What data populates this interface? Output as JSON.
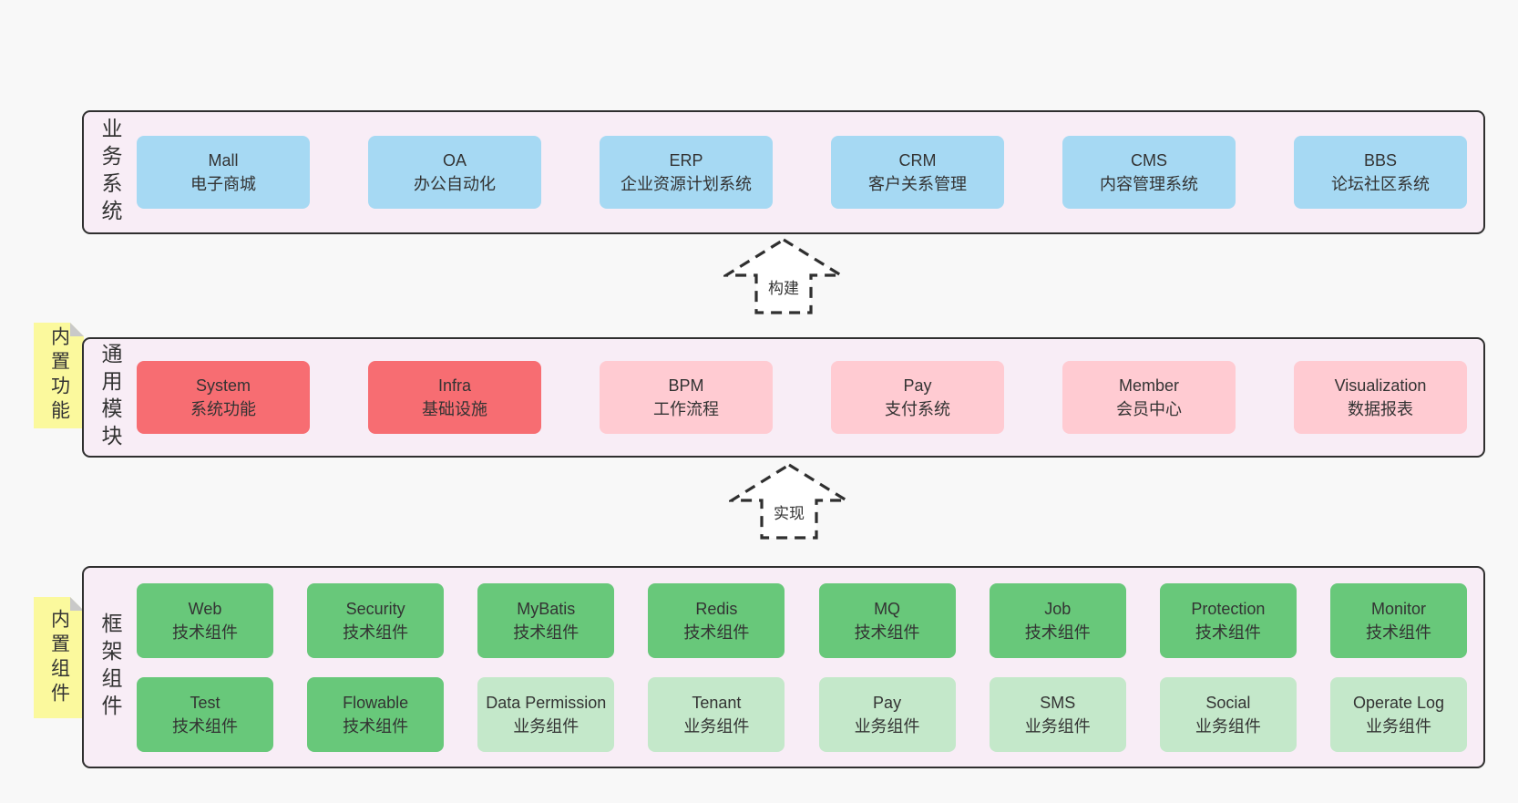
{
  "colors": {
    "page_bg": "#f8f8f8",
    "container_bg": "#f8edf6",
    "container_border": "#2f2f2f",
    "blue": "#a6d9f3",
    "red": "#f76d72",
    "pink": "#ffcbd2",
    "green": "#68c87a",
    "light_green": "#c4e8ca",
    "tab_yellow": "#fbf99d",
    "fold_gray": "#c9c9c9",
    "text": "#333333"
  },
  "arrows": {
    "build": "构建",
    "implement": "实现"
  },
  "layers": {
    "business": {
      "label": "业务系统",
      "boxes": [
        {
          "en": "Mall",
          "zh": "电子商城"
        },
        {
          "en": "OA",
          "zh": "办公自动化"
        },
        {
          "en": "ERP",
          "zh": "企业资源计划系统"
        },
        {
          "en": "CRM",
          "zh": "客户关系管理"
        },
        {
          "en": "CMS",
          "zh": "内容管理系统"
        },
        {
          "en": "BBS",
          "zh": "论坛社区系统"
        }
      ]
    },
    "modules": {
      "tab": "内置功能",
      "label": "通用模块",
      "boxes": [
        {
          "en": "System",
          "zh": "系统功能"
        },
        {
          "en": "Infra",
          "zh": "基础设施"
        },
        {
          "en": "BPM",
          "zh": "工作流程"
        },
        {
          "en": "Pay",
          "zh": "支付系统"
        },
        {
          "en": "Member",
          "zh": "会员中心"
        },
        {
          "en": "Visualization",
          "zh": "数据报表"
        }
      ]
    },
    "components": {
      "tab": "内置组件",
      "label": "框架组件",
      "row1": [
        {
          "en": "Web",
          "zh": "技术组件"
        },
        {
          "en": "Security",
          "zh": "技术组件"
        },
        {
          "en": "MyBatis",
          "zh": "技术组件"
        },
        {
          "en": "Redis",
          "zh": "技术组件"
        },
        {
          "en": "MQ",
          "zh": "技术组件"
        },
        {
          "en": "Job",
          "zh": "技术组件"
        },
        {
          "en": "Protection",
          "zh": "技术组件"
        },
        {
          "en": "Monitor",
          "zh": "技术组件"
        }
      ],
      "row2": [
        {
          "en": "Test",
          "zh": "技术组件"
        },
        {
          "en": "Flowable",
          "zh": "技术组件"
        },
        {
          "en": "Data Permission",
          "zh": "业务组件"
        },
        {
          "en": "Tenant",
          "zh": "业务组件"
        },
        {
          "en": "Pay",
          "zh": "业务组件"
        },
        {
          "en": "SMS",
          "zh": "业务组件"
        },
        {
          "en": "Social",
          "zh": "业务组件"
        },
        {
          "en": "Operate Log",
          "zh": "业务组件"
        }
      ]
    }
  }
}
